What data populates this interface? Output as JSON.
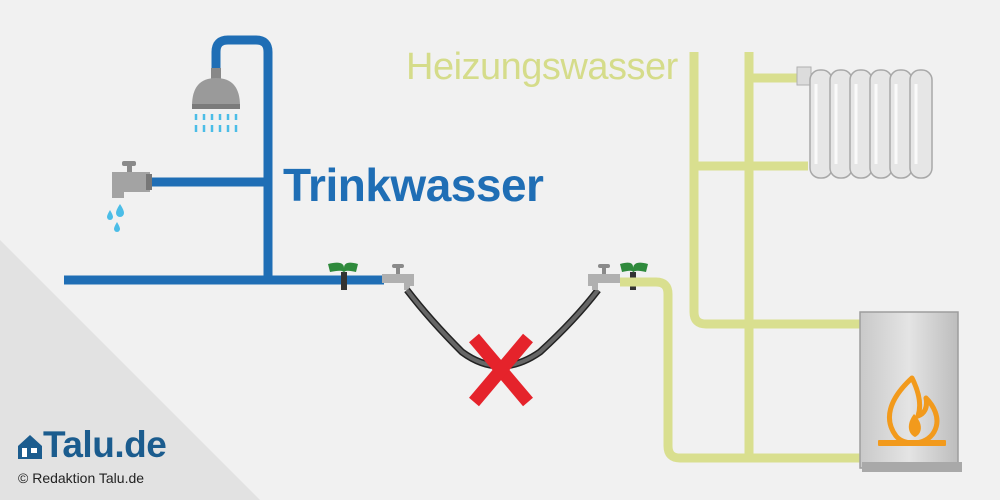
{
  "labels": {
    "heating_water": "Heizungswasser",
    "drinking_water": "Trinkwasser"
  },
  "branding": {
    "logo_text": "Talu.de",
    "credit": "© Redaktion Talu.de"
  },
  "colors": {
    "drinking_pipe": "#1f6eb5",
    "heating_pipe": "#d9df8f",
    "hose": "#555555",
    "cross": "#e5232b",
    "valve_handle": "#2f8a3c",
    "water_drop": "#4bbde7",
    "flame": "#f29a1c"
  },
  "icons": [
    "shower-icon",
    "faucet-icon",
    "water-drops-icon",
    "valve-icon",
    "radiator-icon",
    "boiler-icon",
    "flame-icon",
    "cross-icon",
    "house-logo-icon"
  ]
}
